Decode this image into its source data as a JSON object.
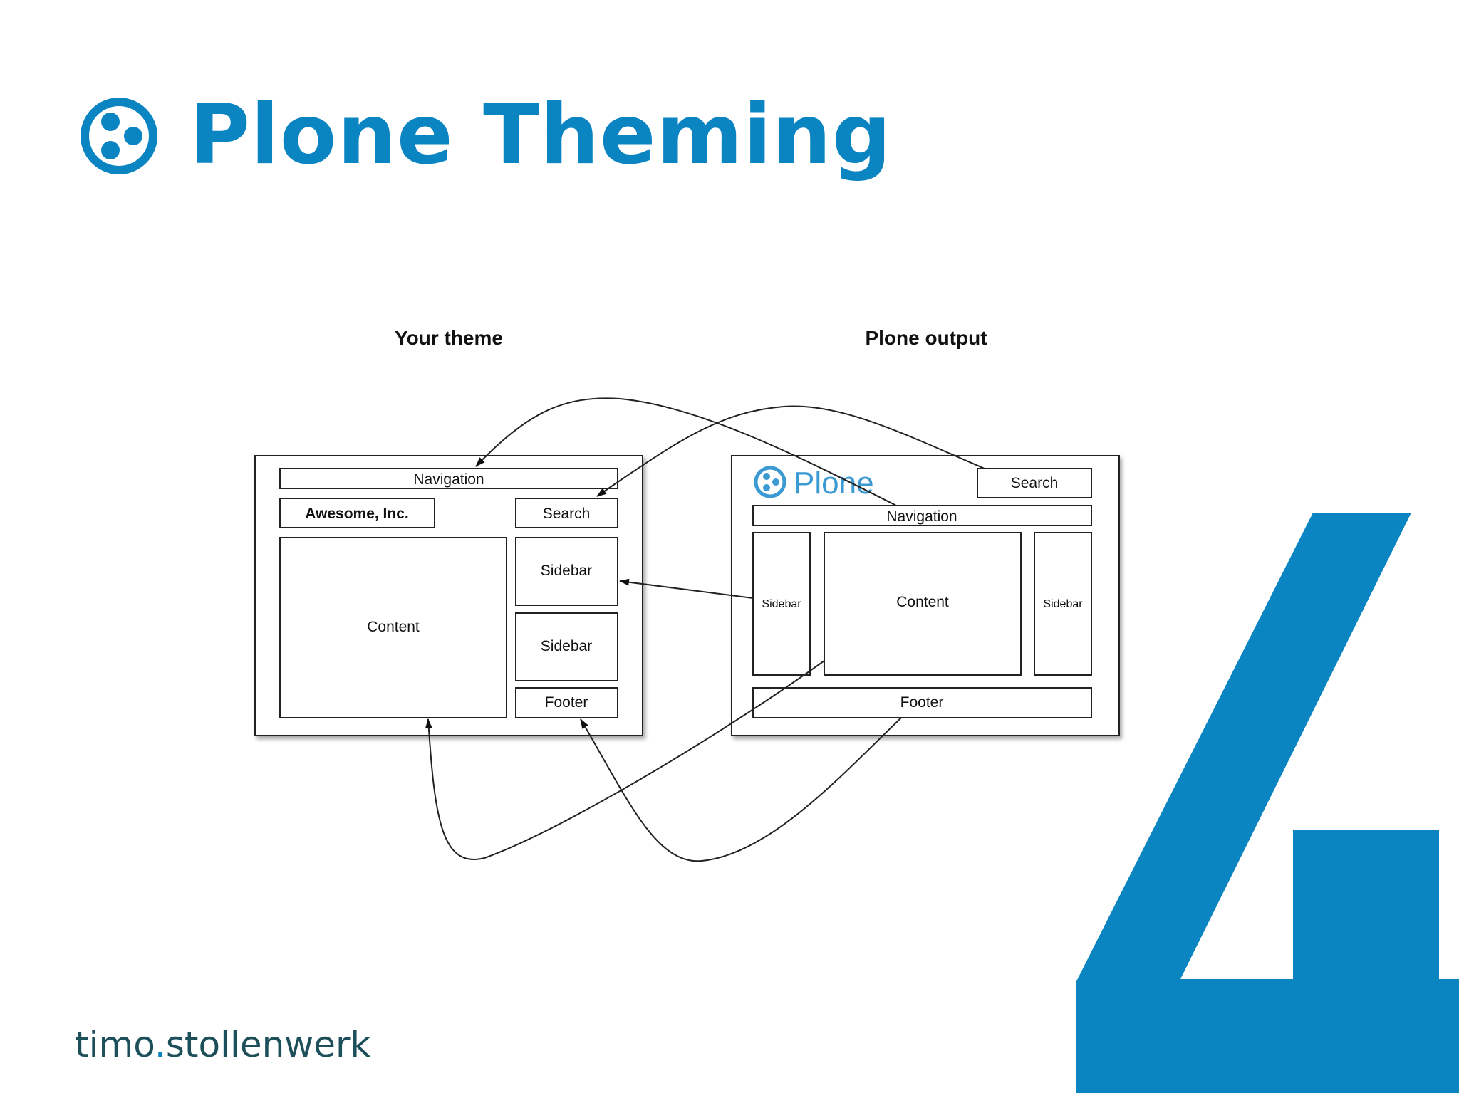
{
  "slide": {
    "title": "Plone Theming",
    "author_first": "timo",
    "author_separator": ".",
    "author_last": "stollenwerk",
    "big_number": "4",
    "accent_color": "#0a85c2"
  },
  "diagram": {
    "left_panel_title": "Your theme",
    "right_panel_title": "Plone output",
    "your_theme": {
      "navigation": "Navigation",
      "site_name": "Awesome, Inc.",
      "search": "Search",
      "content": "Content",
      "sidebar_1": "Sidebar",
      "sidebar_2": "Sidebar",
      "footer": "Footer"
    },
    "plone_output": {
      "logo_text": "Plone",
      "search": "Search",
      "navigation": "Navigation",
      "sidebar_left": "Sidebar",
      "content": "Content",
      "sidebar_right": "Sidebar",
      "footer": "Footer"
    }
  }
}
